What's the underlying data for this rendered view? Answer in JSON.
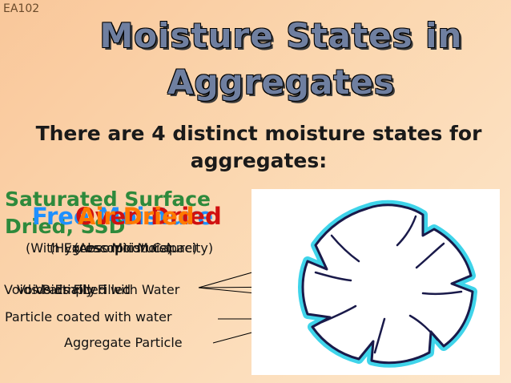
{
  "slide_code": "EA102",
  "title": "Moisture States in Aggregates",
  "subtitle": "There are 4 distinct moisture states for aggregates:",
  "states": {
    "ssd_line1": "Saturated Surface",
    "ssd_line2": "Dried, SSD",
    "free_moisture": "Free Moisture",
    "oven_dried": "Oven Dried",
    "air_dried": "Air Dried"
  },
  "notes": {
    "note1": "(With Excess Moisture)",
    "note2": "(Hygroscopic Moisture)",
    "note3": "(Absorption Capacity)"
  },
  "labels": {
    "voids_partial": "Voids Partially Filled",
    "voids_empty": "Voids Empty",
    "voids_filled": "Voids Filled with Water",
    "coated": "Particle coated with water",
    "aggregate": "Aggregate Particle"
  },
  "colors": {
    "water": "#3fd4ea",
    "particle_outline": "#1a1a4a",
    "title_fill": "#6f7fa0"
  }
}
